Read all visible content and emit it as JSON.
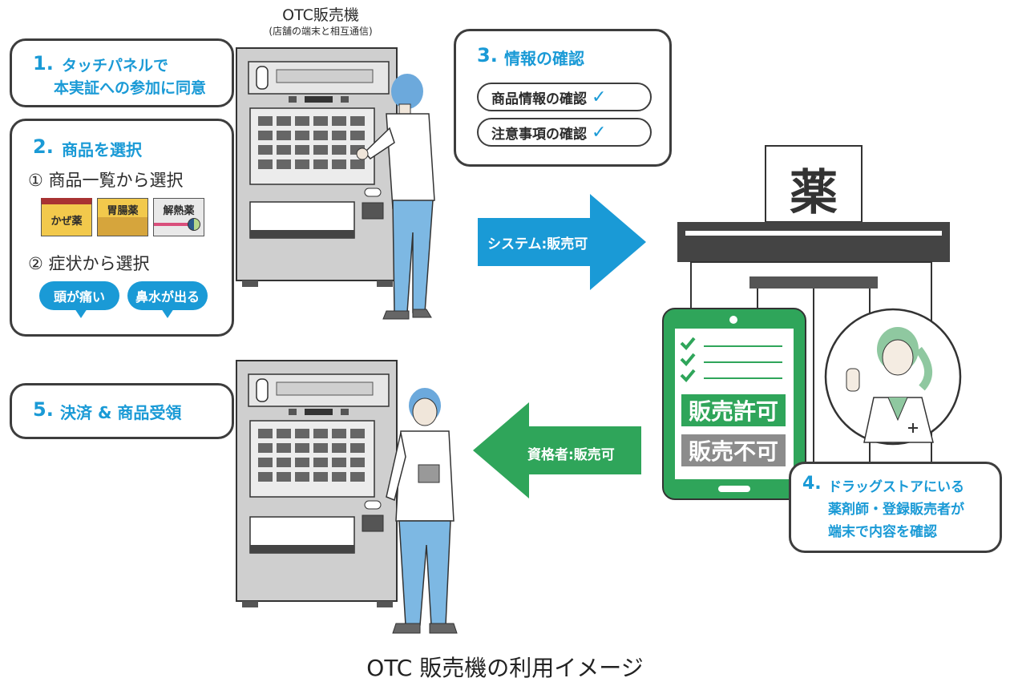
{
  "machine": {
    "title": "OTC販売機",
    "subtitle": "(店舗の端末と相互通信)"
  },
  "step1": {
    "num": "1.",
    "line1": "タッチパネルで",
    "line2": "本実証への参加に同意"
  },
  "step2": {
    "num": "2.",
    "title": "商品を選択",
    "option1": "① 商品一覧から選択",
    "products": [
      "かぜ薬",
      "胃腸薬",
      "解熱薬"
    ],
    "option2": "② 症状から選択",
    "symptoms": [
      "頭が痛い",
      "鼻水が出る"
    ]
  },
  "step3": {
    "num": "3.",
    "title": "情報の確認",
    "checks": [
      "商品情報の確認",
      "注意事項の確認"
    ]
  },
  "step4": {
    "num": "4.",
    "line1": "ドラッグストアにいる",
    "line2": "薬剤師・登録販売者が",
    "line3": "端末で内容を確認"
  },
  "step5": {
    "num": "5.",
    "title": "決済 & 商品受領"
  },
  "arrows": {
    "system": "システム:販売可",
    "qualified": "資格者:販売可"
  },
  "store": {
    "sign": "薬"
  },
  "tablet": {
    "approve": "販売許可",
    "deny": "販売不可"
  },
  "caption": "OTC 販売機の利用イメージ",
  "colors": {
    "blue": "#1a9ad6",
    "green": "#2fa55a",
    "gray": "#8c8c8c",
    "dark": "#3d3d3d"
  }
}
